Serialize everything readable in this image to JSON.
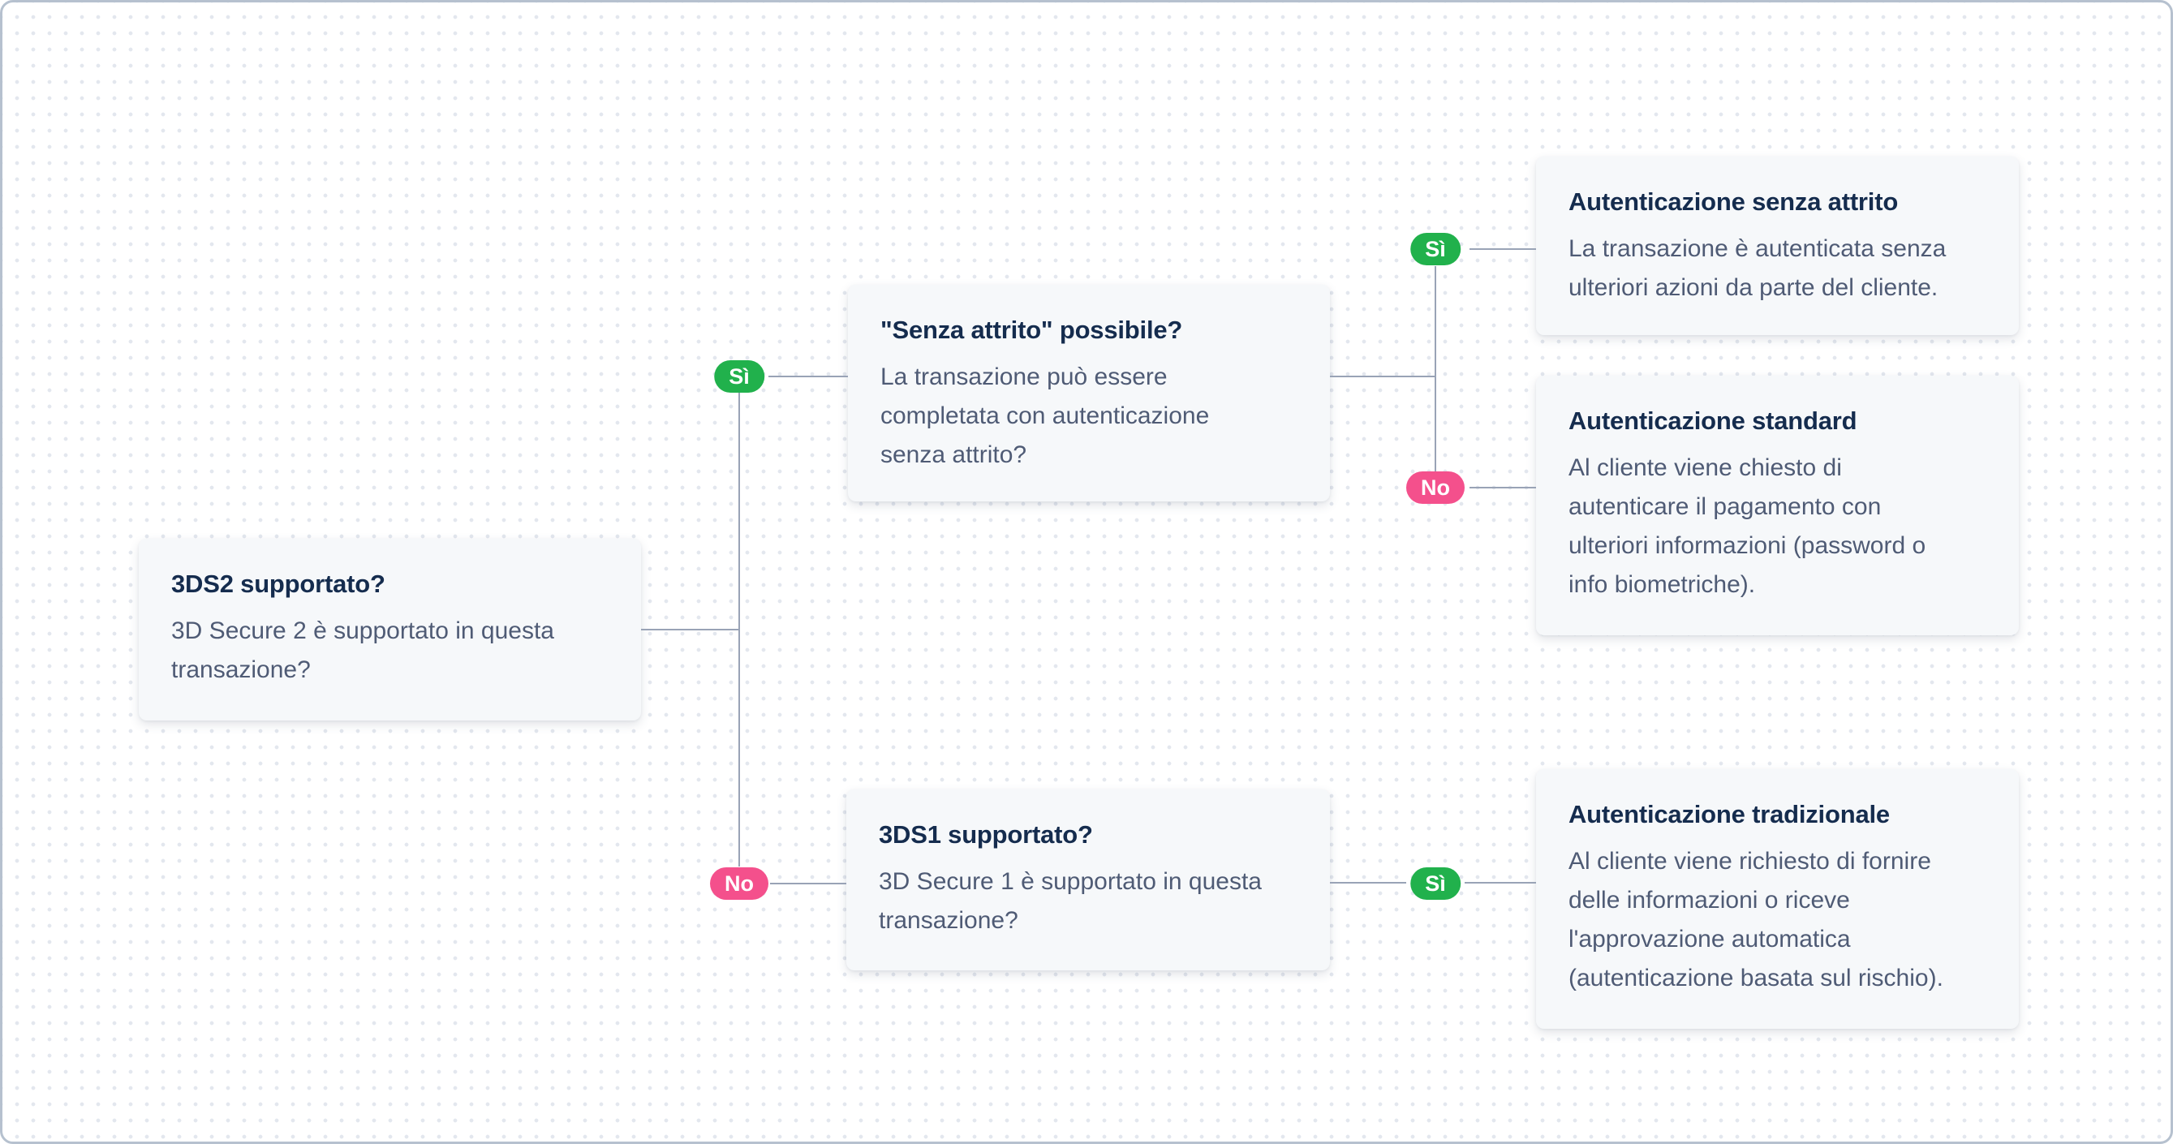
{
  "diagram": {
    "type": "decision-flowchart",
    "language": "it",
    "topic": "3D Secure (3DS) authentication decision flow",
    "labels": {
      "yes": "Sì",
      "no": "No"
    },
    "nodes": [
      {
        "id": "3ds2-supported",
        "title": "3DS2 supportato?",
        "body": "3D Secure 2 è supportato in questa\ntransazione?"
      },
      {
        "id": "frictionless-possible",
        "title": "\"Senza attrito\" possibile?",
        "body": "La transazione può essere\ncompletata con autenticazione\nsenza attrito?"
      },
      {
        "id": "3ds1-supported",
        "title": "3DS1 supportato?",
        "body": "3D Secure 1 è supportato in questa\ntransazione?"
      },
      {
        "id": "auth-frictionless",
        "title": "Autenticazione senza attrito",
        "body": "La transazione è autenticata senza\nulteriori azioni da parte del cliente."
      },
      {
        "id": "auth-standard",
        "title": "Autenticazione standard",
        "body": "Al cliente viene chiesto di\nautenticare il pagamento con\nulteriori informazioni (password o\ninfo biometriche)."
      },
      {
        "id": "auth-traditional",
        "title": "Autenticazione tradizionale",
        "body": "Al cliente viene richiesto di fornire\ndelle informazioni o riceve\nl'approvazione automatica\n(autenticazione basata sul rischio)."
      }
    ],
    "edges": [
      {
        "from": "3ds2-supported",
        "label": "Sì",
        "to": "frictionless-possible"
      },
      {
        "from": "3ds2-supported",
        "label": "No",
        "to": "3ds1-supported"
      },
      {
        "from": "frictionless-possible",
        "label": "Sì",
        "to": "auth-frictionless"
      },
      {
        "from": "frictionless-possible",
        "label": "No",
        "to": "auth-standard"
      },
      {
        "from": "3ds1-supported",
        "label": "Sì",
        "to": "auth-traditional"
      }
    ],
    "colors": {
      "yes_badge": "#21b14c",
      "no_badge": "#f4508c",
      "connector": "#99a3b6",
      "node_background": "#f6f8fa",
      "title_text": "#152c4e",
      "body_text": "#4f5b75",
      "dot_grid": "#e3e7ee",
      "canvas_border": "#b6c1cf",
      "canvas_background": "#ffffff"
    }
  }
}
